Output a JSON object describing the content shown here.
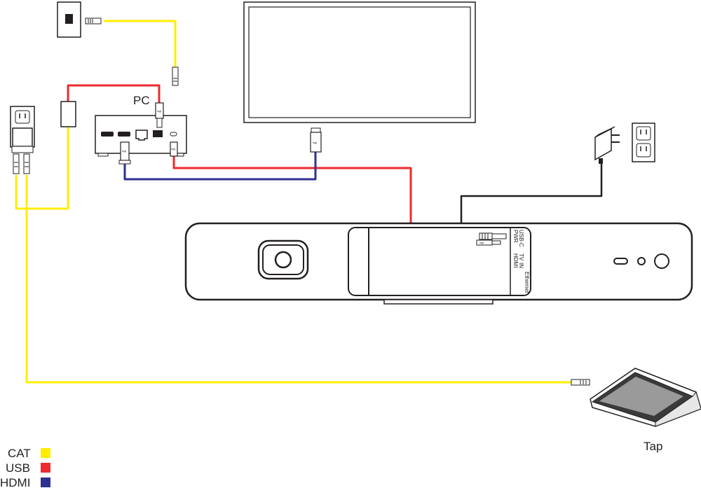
{
  "labels": {
    "pc": "PC",
    "tap": "Tap",
    "port_pwr": "PWR",
    "port_usbc": "USB-C",
    "port_hdmi": "HDMI",
    "port_tv": "TV",
    "port_in": "IN",
    "port_ethernet": "Ethernet",
    "connector_brand": "logi"
  },
  "legend": [
    {
      "label": "CAT",
      "color": "#ffee00"
    },
    {
      "label": "USB",
      "color": "#ee2a2e"
    },
    {
      "label": "HDMI",
      "color": "#2e3192"
    }
  ],
  "colors": {
    "cat": "#ffee00",
    "usb": "#ee2a2e",
    "hdmi": "#2e3192",
    "power": "#231f20",
    "outline": "#231f20"
  }
}
